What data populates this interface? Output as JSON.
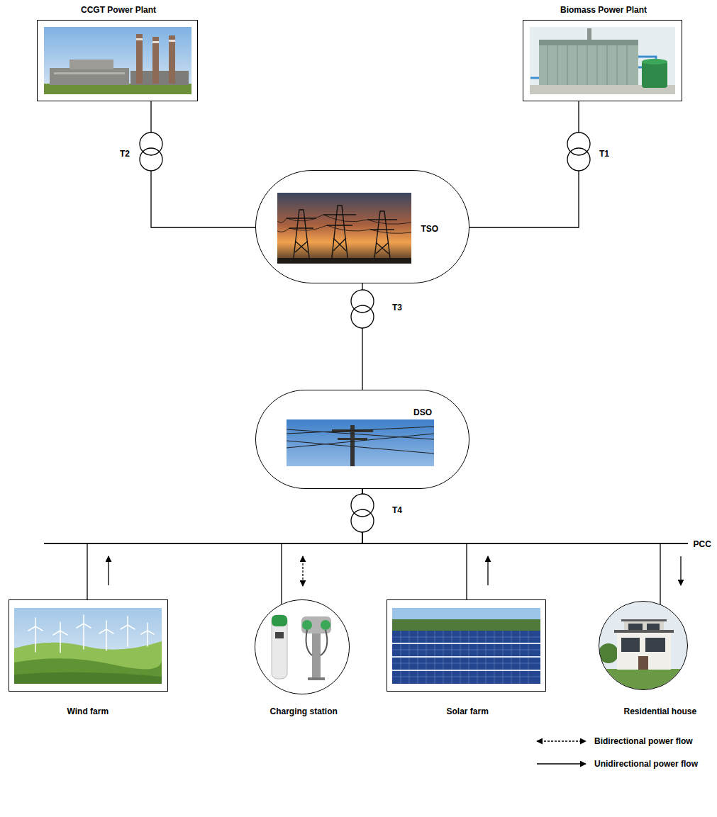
{
  "diagram": {
    "nodes": [
      {
        "text": [
          "CCGT Power Plant"
        ]
      },
      {
        "text": [
          "Biomass Power Plant"
        ]
      },
      {
        "text": [
          "TSO"
        ]
      },
      {
        "text": [
          "DSO"
        ]
      },
      {
        "text": [
          "Wind farm"
        ]
      },
      {
        "text": [
          "Charging station"
        ]
      },
      {
        "text": [
          "Solar farm"
        ]
      },
      {
        "text": [
          "Residential house"
        ]
      }
    ],
    "edges": [
      {
        "from": 0,
        "to": 2,
        "arrow": "none"
      },
      {
        "from": 1,
        "to": 2,
        "arrow": "none"
      },
      {
        "from": 2,
        "to": 3,
        "arrow": "none"
      },
      {
        "from": 3,
        "to": 4,
        "arrow": "none"
      },
      {
        "from": 3,
        "to": 5,
        "arrow": "none"
      },
      {
        "from": 3,
        "to": 6,
        "arrow": "none"
      },
      {
        "from": 3,
        "to": 7,
        "arrow": "none"
      }
    ],
    "labels": [
      "T2",
      "T1",
      "T3",
      "T4",
      "PCC"
    ],
    "legend": [
      {
        "text": "Bidirectional power flow"
      },
      {
        "text": "Unidirectional power flow"
      }
    ]
  }
}
